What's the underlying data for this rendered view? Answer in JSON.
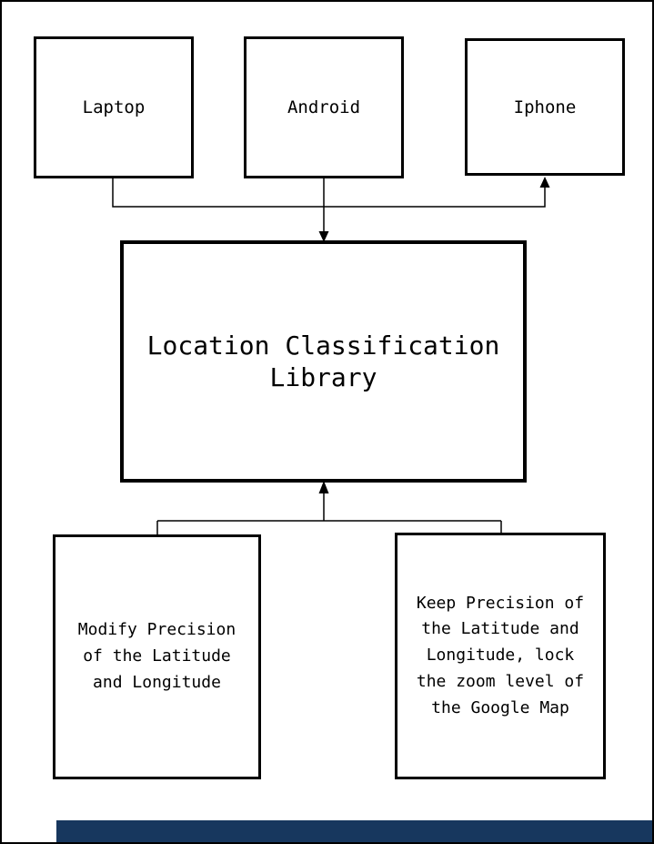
{
  "diagram": {
    "top_nodes": [
      {
        "label": "Laptop"
      },
      {
        "label": "Android"
      },
      {
        "label": "Iphone"
      }
    ],
    "center_node": {
      "label": "Location Classification Library"
    },
    "bottom_nodes": [
      {
        "label": "Modify Precision of the Latitude and Longitude"
      },
      {
        "label": "Keep Precision of the Latitude and Longitude, lock the zoom level of the Google Map"
      }
    ]
  },
  "colors": {
    "line": "#000000",
    "node_border": "#000000",
    "background": "#ffffff",
    "bottom_bar": "#17375e"
  }
}
